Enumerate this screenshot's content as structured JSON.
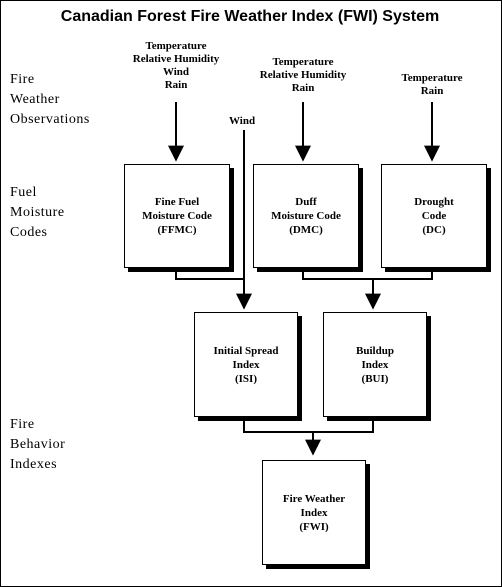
{
  "title": "Canadian Forest Fire Weather Index (FWI) System",
  "row_labels": {
    "observations": [
      "Fire",
      "Weather",
      "Observations"
    ],
    "moisture_codes": [
      "Fuel",
      "Moisture",
      "Codes"
    ],
    "behavior_indexes": [
      "Fire",
      "Behavior",
      "Indexes"
    ]
  },
  "observations": {
    "ffmc_inputs": [
      "Temperature",
      "Relative Humidity",
      "Wind",
      "Rain"
    ],
    "dmc_inputs": [
      "Temperature",
      "Relative Humidity",
      "Rain"
    ],
    "dc_inputs": [
      "Temperature",
      "Rain"
    ],
    "wind_label": "Wind"
  },
  "boxes": {
    "ffmc": [
      "Fine Fuel",
      "Moisture Code",
      "(FFMC)"
    ],
    "dmc": [
      "Duff",
      "Moisture Code",
      "(DMC)"
    ],
    "dc": [
      "Drought",
      "Code",
      "(DC)"
    ],
    "isi": [
      "Initial Spread",
      "Index",
      "(ISI)"
    ],
    "bui": [
      "Buildup",
      "Index",
      "(BUI)"
    ],
    "fwi": [
      "Fire Weather",
      "Index",
      "(FWI)"
    ]
  }
}
